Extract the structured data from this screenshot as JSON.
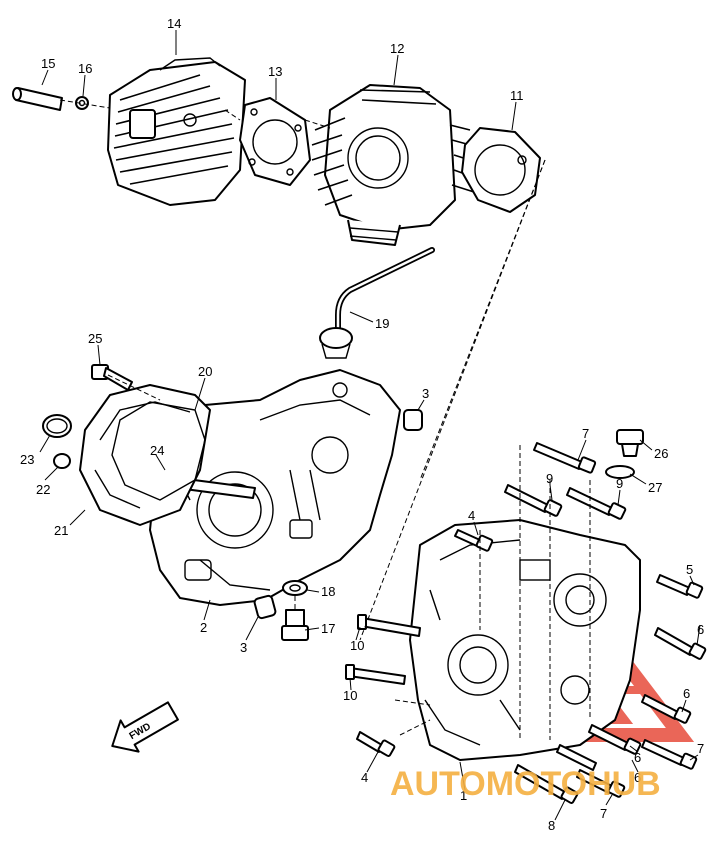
{
  "callouts": [
    {
      "id": "c14",
      "label": "14"
    },
    {
      "id": "c15",
      "label": "15"
    },
    {
      "id": "c16",
      "label": "16"
    },
    {
      "id": "c13",
      "label": "13"
    },
    {
      "id": "c12",
      "label": "12"
    },
    {
      "id": "c11",
      "label": "11"
    },
    {
      "id": "c19",
      "label": "19"
    },
    {
      "id": "c25",
      "label": "25"
    },
    {
      "id": "c20",
      "label": "20"
    },
    {
      "id": "c3a",
      "label": "3"
    },
    {
      "id": "c23",
      "label": "23"
    },
    {
      "id": "c24",
      "label": "24"
    },
    {
      "id": "c22",
      "label": "22"
    },
    {
      "id": "c21",
      "label": "21"
    },
    {
      "id": "c7a",
      "label": "7"
    },
    {
      "id": "c26",
      "label": "26"
    },
    {
      "id": "c9a",
      "label": "9"
    },
    {
      "id": "c9b",
      "label": "9"
    },
    {
      "id": "c27",
      "label": "27"
    },
    {
      "id": "c4a",
      "label": "4"
    },
    {
      "id": "c5",
      "label": "5"
    },
    {
      "id": "c2",
      "label": "2"
    },
    {
      "id": "c18",
      "label": "18"
    },
    {
      "id": "c3b",
      "label": "3"
    },
    {
      "id": "c17",
      "label": "17"
    },
    {
      "id": "c10a",
      "label": "10"
    },
    {
      "id": "c10b",
      "label": "10"
    },
    {
      "id": "c6a",
      "label": "6"
    },
    {
      "id": "c6b",
      "label": "6"
    },
    {
      "id": "c6c",
      "label": "6"
    },
    {
      "id": "c6d",
      "label": "6"
    },
    {
      "id": "c7b",
      "label": "7"
    },
    {
      "id": "c7c",
      "label": "7"
    },
    {
      "id": "c4b",
      "label": "4"
    },
    {
      "id": "c1",
      "label": "1"
    },
    {
      "id": "c8",
      "label": "8"
    }
  ],
  "fwd_label": "FWD",
  "watermark": {
    "brand": "AUTOMOTOHUB",
    "color_auto": "#f5b041",
    "color_moto": "#ec7063",
    "color_hub": "#f5b041",
    "logo_color": "#e74c3c"
  }
}
